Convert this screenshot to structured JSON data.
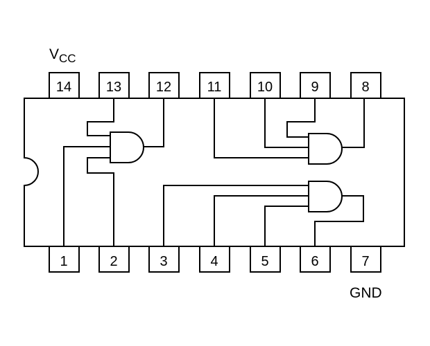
{
  "power": {
    "vcc_main": "V",
    "vcc_sub": "CC",
    "gnd": "GND"
  },
  "pins": {
    "top": [
      "14",
      "13",
      "12",
      "11",
      "10",
      "9",
      "8"
    ],
    "bottom": [
      "1",
      "2",
      "3",
      "4",
      "5",
      "6",
      "7"
    ]
  },
  "colors": {
    "line": "#000000",
    "background": "#ffffff"
  }
}
